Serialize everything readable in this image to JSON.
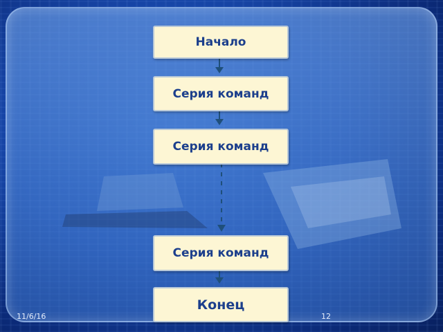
{
  "flowchart": {
    "start": "Начало",
    "step_1": "Серия команд",
    "step_2": "Серия команд",
    "step_3": "Серия команд",
    "end": "Конец"
  },
  "footer": {
    "date": "11/6/16",
    "page_number": "12"
  },
  "colors": {
    "box_fill": "#fdf6d4",
    "box_text": "#1c3f8c",
    "arrow": "#1f4f7a"
  }
}
